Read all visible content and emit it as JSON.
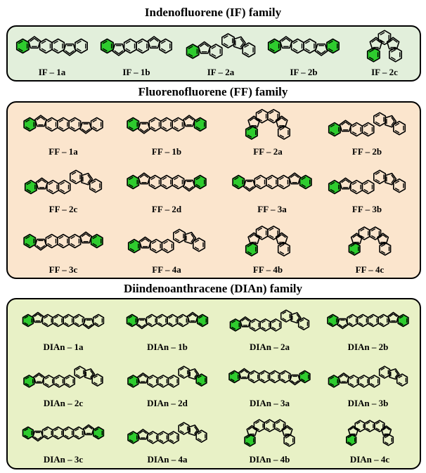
{
  "colors": {
    "highlight": "#2ecc2e",
    "bond": "#000000"
  },
  "families": [
    {
      "title": "Indenofluorene (IF) family",
      "background": "#e2efdb",
      "molecules": [
        "IF – 1a",
        "IF – 1b",
        "IF – 2a",
        "IF – 2b",
        "IF – 2c"
      ]
    },
    {
      "title": "Fluorenofluorene (FF) family",
      "background": "#fbe5cd",
      "molecules": [
        "FF – 1a",
        "FF – 1b",
        "FF – 2a",
        "FF – 2b",
        "FF – 2c",
        "FF – 2d",
        "FF – 3a",
        "FF – 3b",
        "FF – 3c",
        "FF – 4a",
        "FF – 4b",
        "FF – 4c"
      ]
    },
    {
      "title": "Diindenoanthracene (DIAn) family",
      "background": "#e8f1c6",
      "molecules": [
        "DIAn – 1a",
        "DIAn – 1b",
        "DIAn – 2a",
        "DIAn – 2b",
        "DIAn – 2c",
        "DIAn – 2d",
        "DIAn – 3a",
        "DIAn – 3b",
        "DIAn – 3c",
        "DIAn – 4a",
        "DIAn – 4b",
        "DIAn – 4c"
      ]
    }
  ]
}
